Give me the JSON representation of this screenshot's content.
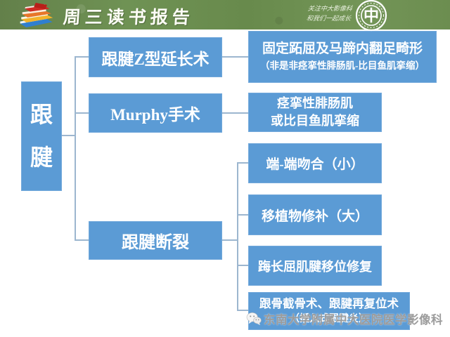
{
  "header": {
    "title": "周三读书报告",
    "slogan": {
      "line1": "关注中大影像科",
      "line2": "和我们一起成长"
    },
    "icons": {
      "books": "books-stack-icon",
      "emblem": "hospital-emblem-icon",
      "emblem_glyph": "中"
    }
  },
  "tree": {
    "root": "跟腱",
    "branch1": {
      "label": "跟腱Z型延长术",
      "result_line1": "固定跖屈及马蹄内翻足畸形",
      "result_line2": "（非是非痉挛性腓肠肌-比目鱼肌挛缩）"
    },
    "branch2": {
      "label": "Murphy手术",
      "result_line1": "痉挛性腓肠肌",
      "result_line2": "或比目鱼肌挛缩"
    },
    "branch3": {
      "label": "跟腱断裂",
      "child1": "端-端吻合（小）",
      "child2": "移植物修补（大）",
      "child3": "踇长屈肌腱移位修复",
      "child4_line1": "跟骨截骨术、跟腱再复位术",
      "child4_line2": "（插入式跟腱炎）"
    }
  },
  "footer": {
    "watermark": "东南大学附属中大医院医学影像科",
    "wechat_icon": "wechat-icon"
  },
  "colors": {
    "header_green": "#6e9150",
    "box_blue": "#5b9bd5",
    "connector": "#9cb6cf",
    "watermark_gray": "#9c9c9c"
  }
}
